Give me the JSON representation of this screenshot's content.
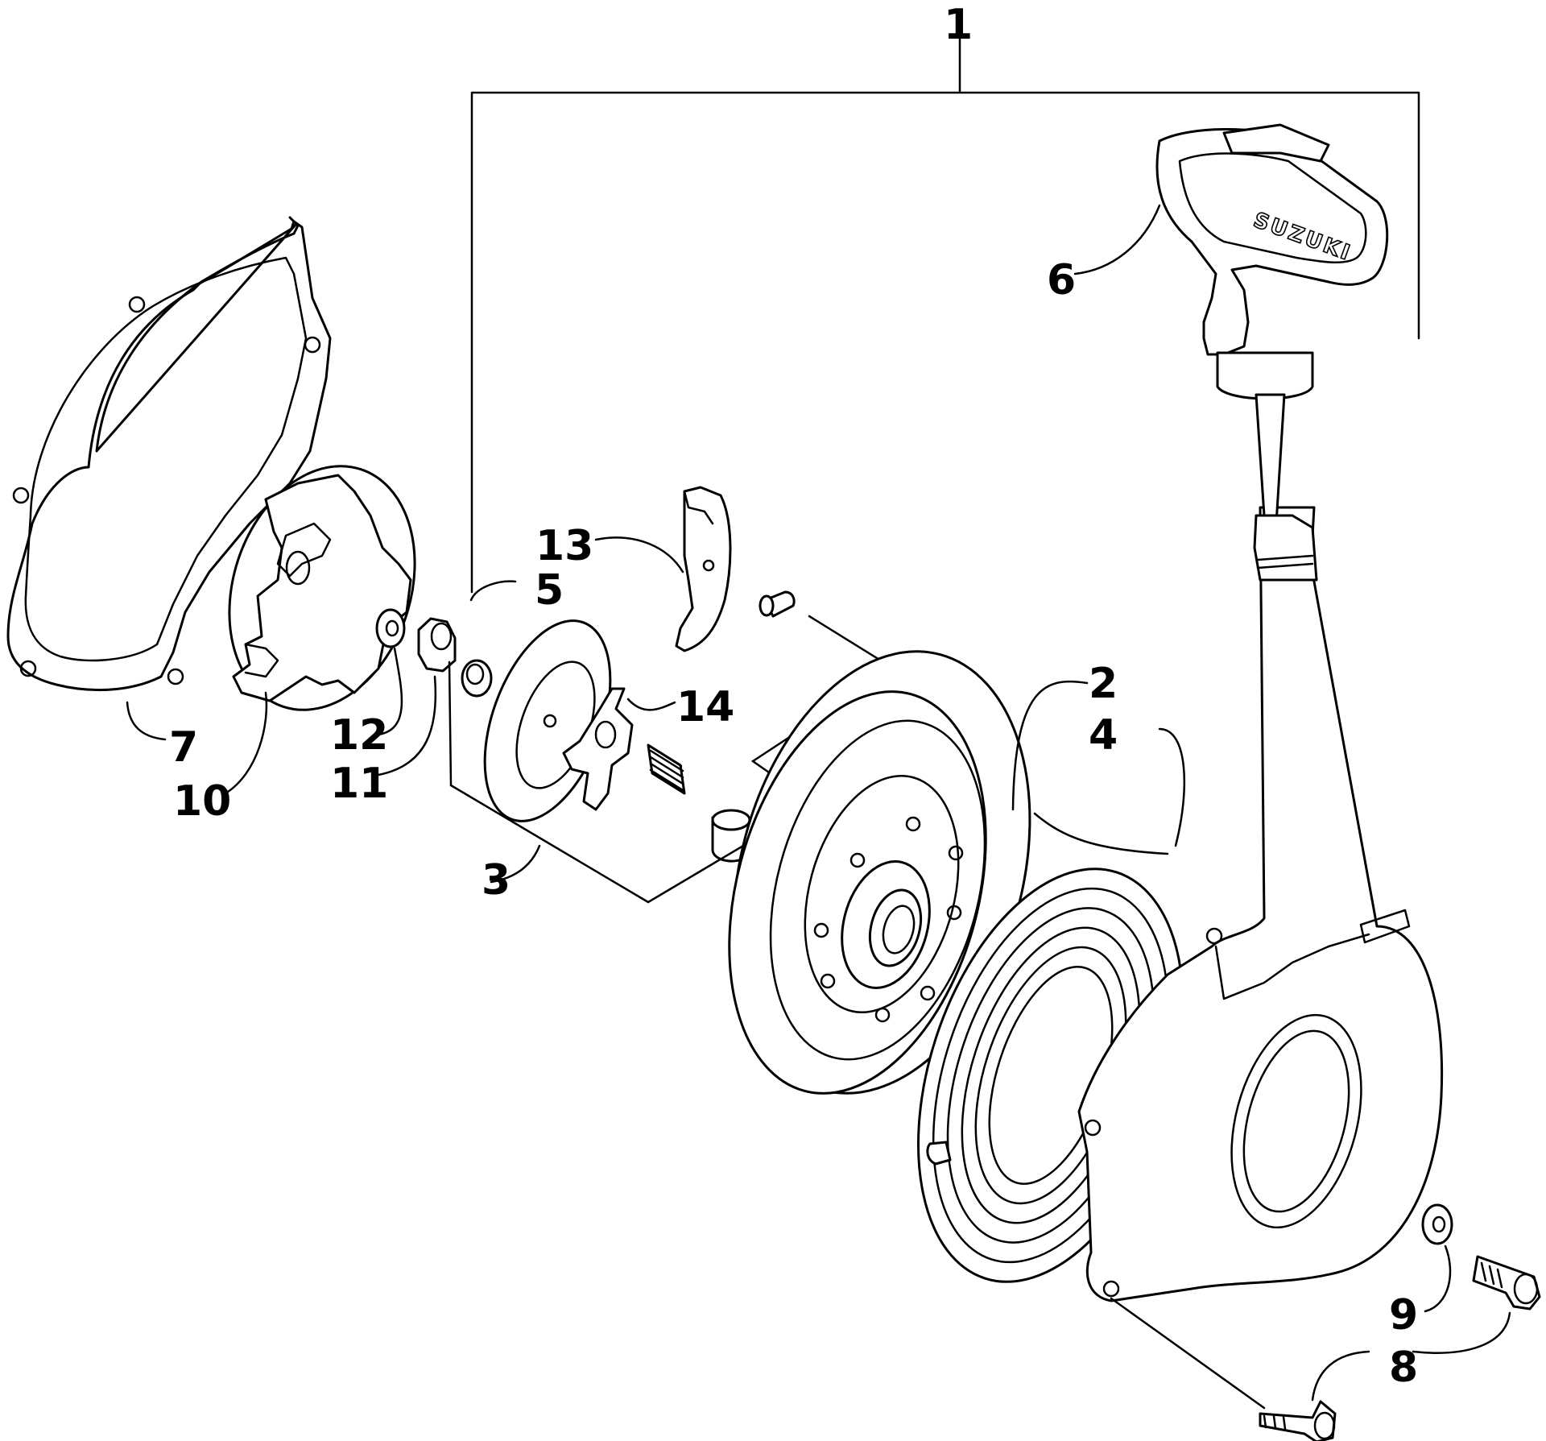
{
  "callouts": {
    "c1": "1",
    "c2": "2",
    "c3": "3",
    "c4": "4",
    "c5": "5",
    "c6": "6",
    "c7": "7",
    "c8": "8",
    "c9": "9",
    "c10": "10",
    "c11": "11",
    "c12": "12",
    "c13": "13",
    "c14": "14"
  },
  "handle_brand": "SUZUKI"
}
